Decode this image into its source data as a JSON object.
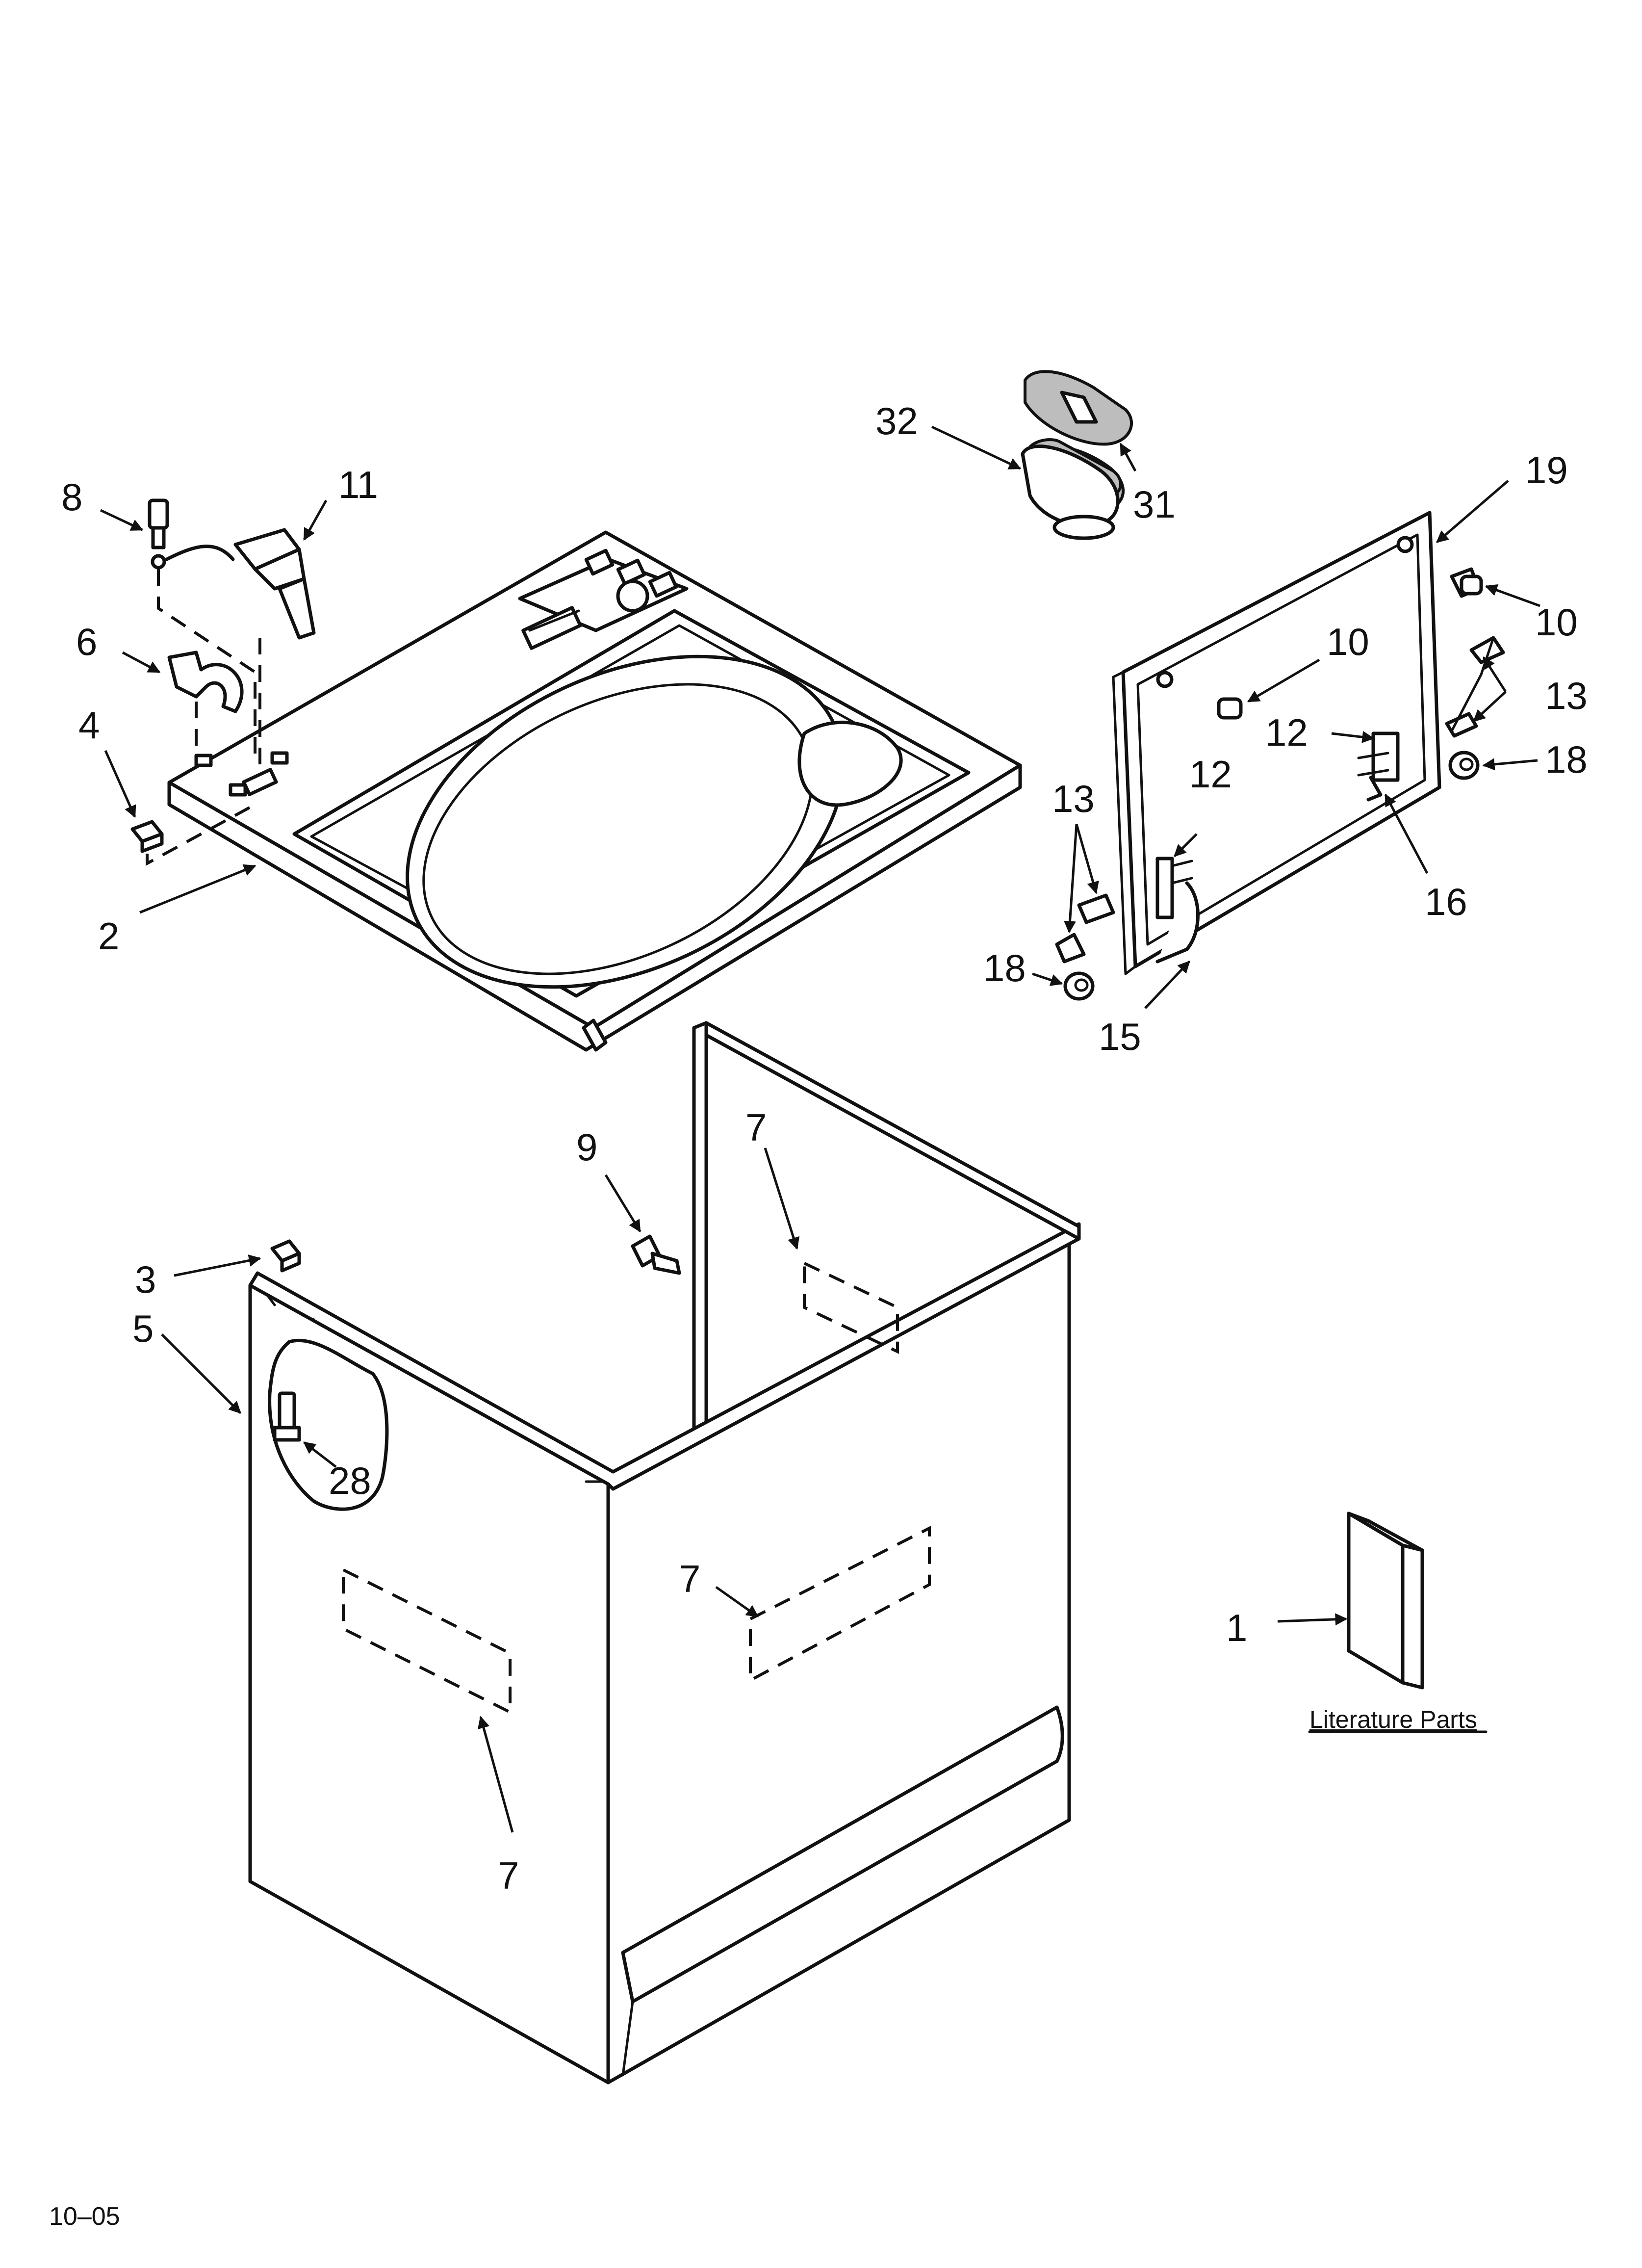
{
  "callouts": {
    "c1": "1",
    "c2": "2",
    "c3": "3",
    "c4": "4",
    "c5": "5",
    "c6": "6",
    "c7a": "7",
    "c7b": "7",
    "c7c": "7",
    "c8": "8",
    "c9": "9",
    "c10a": "10",
    "c10b": "10",
    "c11": "11",
    "c12a": "12",
    "c12b": "12",
    "c13a": "13",
    "c13b": "13",
    "c15": "15",
    "c16": "16",
    "c18a": "18",
    "c18b": "18",
    "c19": "19",
    "c28": "28",
    "c31": "31",
    "c32": "32"
  },
  "literature_label": "Literature Parts",
  "date_code": "10–05"
}
